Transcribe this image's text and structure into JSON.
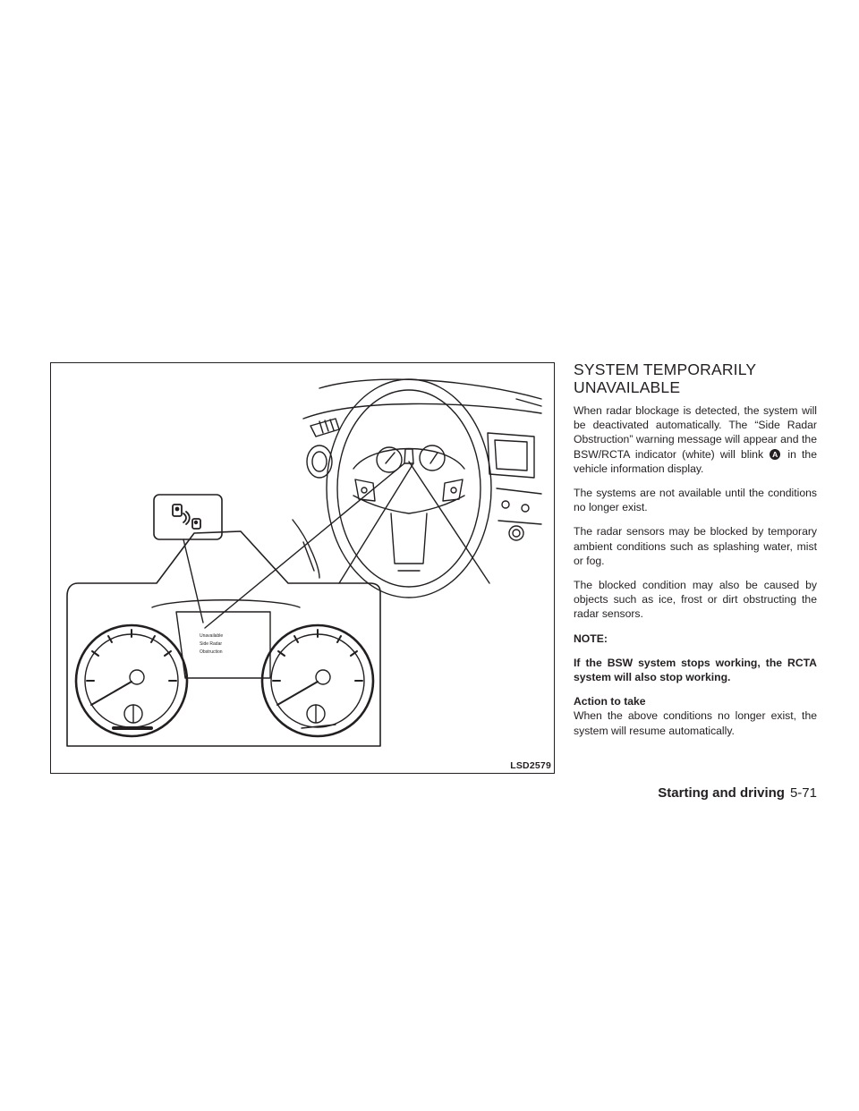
{
  "figure": {
    "code": "LSD2579",
    "display_lines": [
      "Unavailable",
      "Side Radar",
      "Obstruction"
    ]
  },
  "section": {
    "title": "SYSTEM TEMPORARILY UNAVAILABLE",
    "p1_before": "When radar blockage is detected, the system will be deactivated automatically. The “Side Radar Obstruction” warning message will appear and the BSW/RCTA indicator (white) will blink",
    "callout": "A",
    "p1_after": "in the vehicle information display.",
    "p2": "The systems are not available until the conditions no longer exist.",
    "p3": "The radar sensors may be blocked by temporary ambient conditions such as splashing water, mist or fog.",
    "p4": "The blocked condition may also be caused by objects such as ice, frost or dirt obstructing the radar sensors.",
    "note_label": "NOTE:",
    "note_text": "If the BSW system stops working, the RCTA system will also stop working.",
    "action_title": "Action to take",
    "action_text": "When the above conditions no longer exist, the system will resume automatically."
  },
  "footer": {
    "section": "Starting and driving",
    "page": "5-71"
  }
}
